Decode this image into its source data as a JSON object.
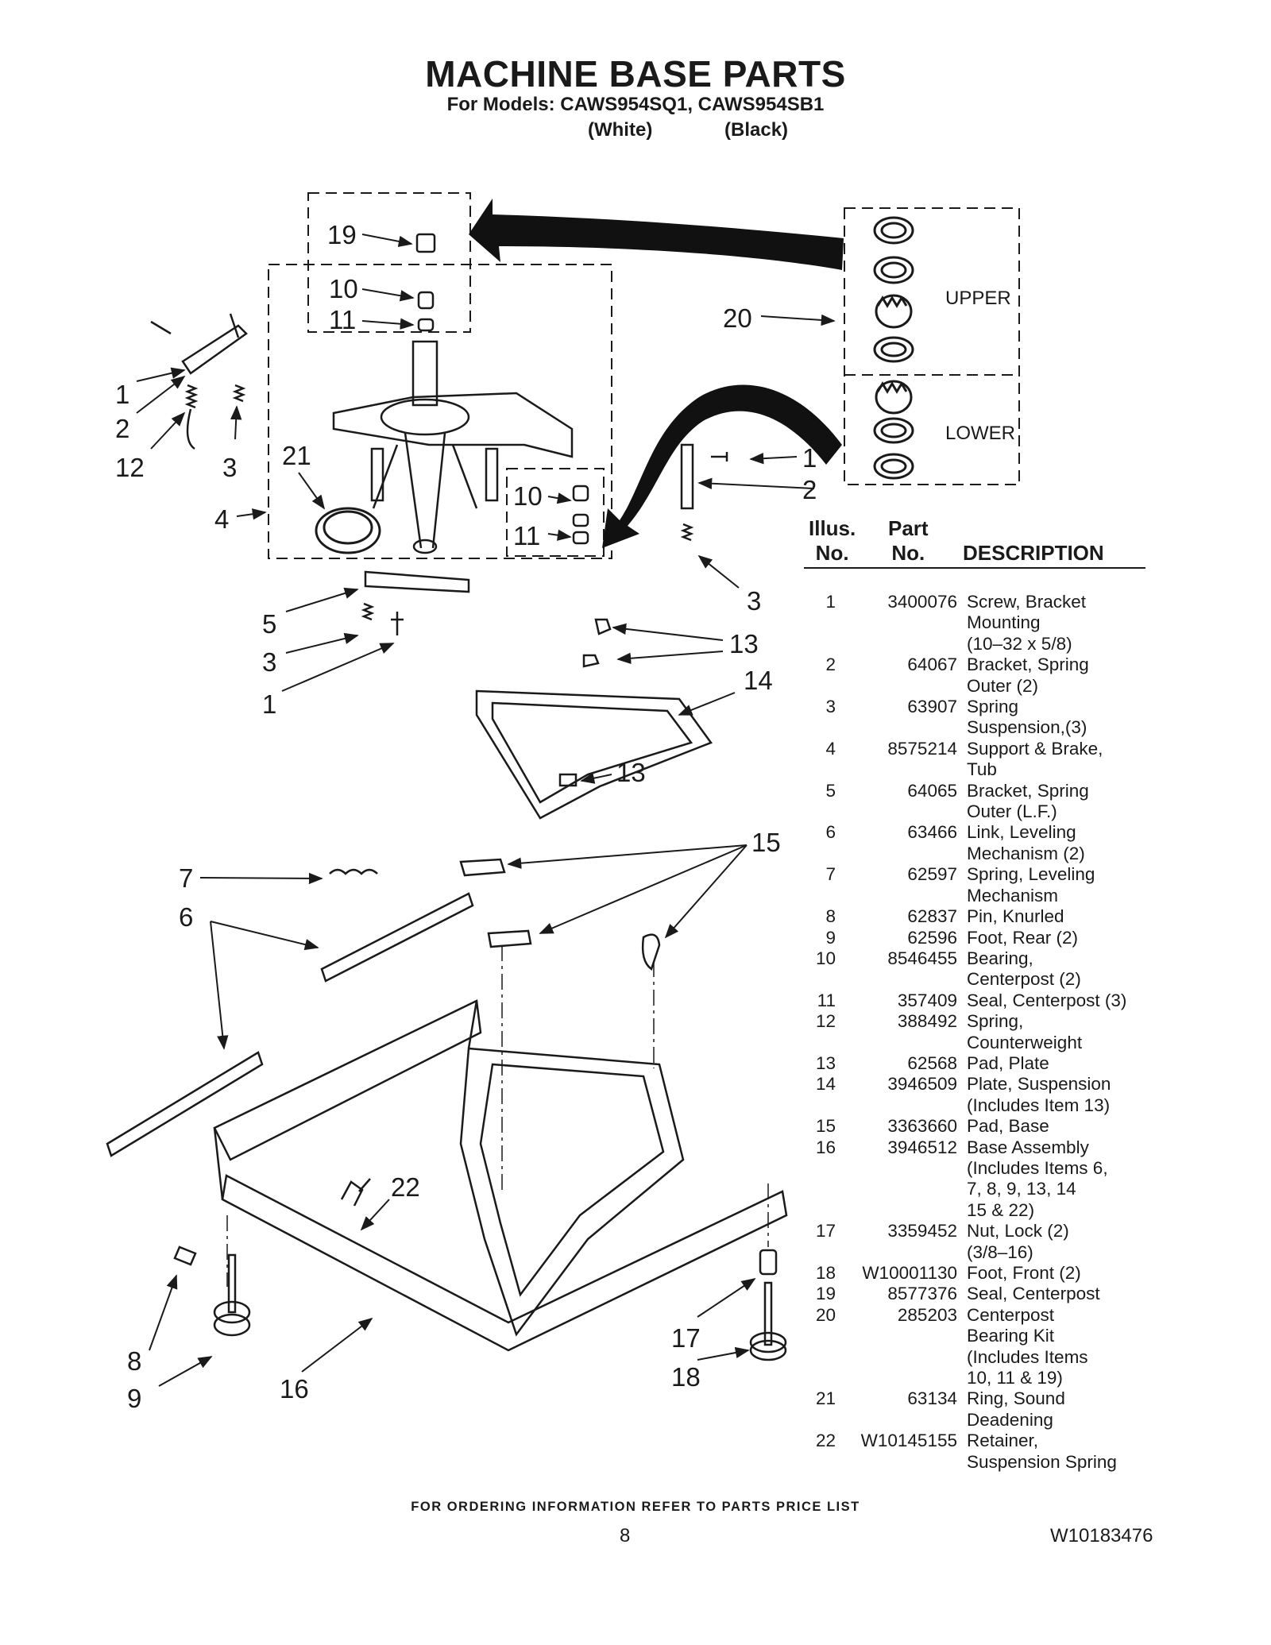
{
  "header": {
    "title": "MACHINE BASE PARTS",
    "models_line": "For Models: CAWS954SQ1, CAWS954SB1",
    "color_white": "(White)",
    "color_black": "(Black)"
  },
  "diagram": {
    "callouts": {
      "c19": "19",
      "c10a": "10",
      "c11a": "11",
      "c1a": "1",
      "c2a": "2",
      "c12": "12",
      "c3a": "3",
      "c21": "21",
      "c4": "4",
      "c10b": "10",
      "c11b": "11",
      "c1b": "1",
      "c2b": "2",
      "c3b": "3",
      "c5": "5",
      "c3c": "3",
      "c1c": "1",
      "c13a": "13",
      "c14": "14",
      "c13b": "13",
      "c15": "15",
      "c7": "7",
      "c6": "6",
      "c22": "22",
      "c8": "8",
      "c9": "9",
      "c16": "16",
      "c17": "17",
      "c18": "18",
      "c20": "20"
    },
    "kit_upper": "UPPER",
    "kit_lower": "LOWER"
  },
  "table": {
    "headers": {
      "illus_line1": "Illus.",
      "illus_line2": "No.",
      "part_line1": "Part",
      "part_line2": "No.",
      "description": "DESCRIPTION"
    },
    "rows": [
      {
        "illus": "1",
        "part": "3400076",
        "desc": [
          "Screw, Bracket",
          "Mounting",
          "(10–32 x 5/8)"
        ]
      },
      {
        "illus": "2",
        "part": "64067",
        "desc": [
          "Bracket, Spring",
          "Outer (2)"
        ]
      },
      {
        "illus": "3",
        "part": "63907",
        "desc": [
          "Spring",
          "Suspension,(3)"
        ]
      },
      {
        "illus": "4",
        "part": "8575214",
        "desc": [
          "Support & Brake,",
          "Tub"
        ]
      },
      {
        "illus": "5",
        "part": "64065",
        "desc": [
          "Bracket, Spring",
          "Outer (L.F.)"
        ]
      },
      {
        "illus": "6",
        "part": "63466",
        "desc": [
          "Link, Leveling",
          "Mechanism (2)"
        ]
      },
      {
        "illus": "7",
        "part": "62597",
        "desc": [
          "Spring, Leveling",
          "Mechanism"
        ]
      },
      {
        "illus": "8",
        "part": "62837",
        "desc": [
          "Pin, Knurled"
        ]
      },
      {
        "illus": "9",
        "part": "62596",
        "desc": [
          "Foot, Rear (2)"
        ]
      },
      {
        "illus": "10",
        "part": "8546455",
        "desc": [
          "Bearing,",
          "Centerpost (2)"
        ]
      },
      {
        "illus": "11",
        "part": "357409",
        "desc": [
          "Seal, Centerpost (3)"
        ]
      },
      {
        "illus": "12",
        "part": "388492",
        "desc": [
          "Spring,",
          "Counterweight"
        ]
      },
      {
        "illus": "13",
        "part": "62568",
        "desc": [
          "Pad, Plate"
        ]
      },
      {
        "illus": "14",
        "part": "3946509",
        "desc": [
          "Plate, Suspension",
          "(Includes Item 13)"
        ]
      },
      {
        "illus": "15",
        "part": "3363660",
        "desc": [
          "Pad, Base"
        ]
      },
      {
        "illus": "16",
        "part": "3946512",
        "desc": [
          "Base Assembly",
          "(Includes Items 6,",
          "7, 8, 9, 13, 14",
          "15 & 22)"
        ]
      },
      {
        "illus": "17",
        "part": "3359452",
        "desc": [
          "Nut, Lock (2)",
          "(3/8–16)"
        ]
      },
      {
        "illus": "18",
        "part": "W10001130",
        "desc": [
          "Foot, Front (2)"
        ]
      },
      {
        "illus": "19",
        "part": "8577376",
        "desc": [
          "Seal, Centerpost"
        ]
      },
      {
        "illus": "20",
        "part": "285203",
        "desc": [
          "Centerpost",
          "Bearing Kit",
          "(Includes Items",
          "10, 11 & 19)"
        ]
      },
      {
        "illus": "21",
        "part": "63134",
        "desc": [
          "Ring, Sound",
          "Deadening"
        ]
      },
      {
        "illus": "22",
        "part": "W10145155",
        "desc": [
          "Retainer,",
          "Suspension Spring"
        ]
      }
    ]
  },
  "footer": {
    "ordering_note": "FOR ORDERING INFORMATION REFER TO PARTS PRICE LIST",
    "page_number": "8",
    "document_number": "W10183476"
  }
}
